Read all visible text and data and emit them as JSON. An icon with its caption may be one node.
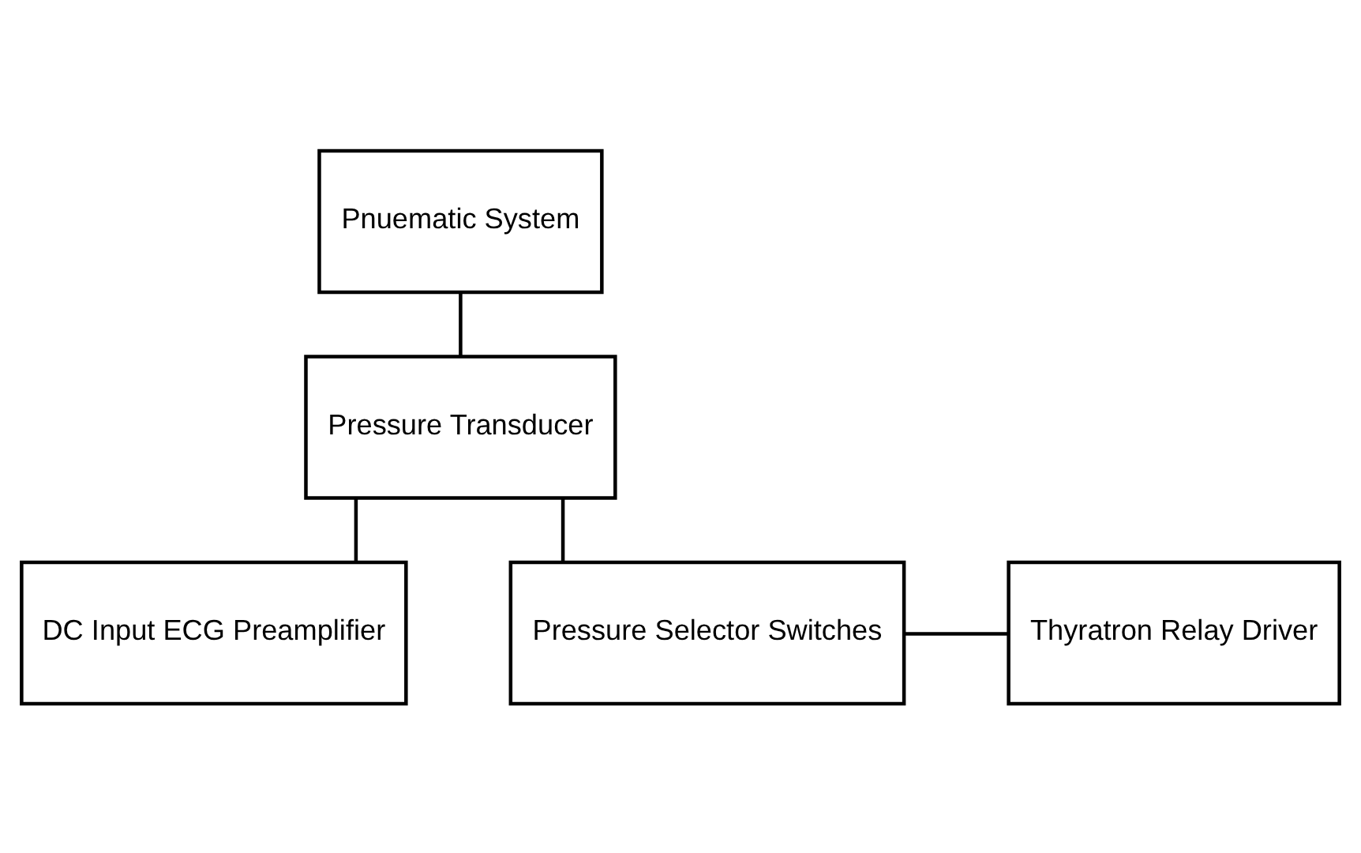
{
  "diagram": {
    "nodes": [
      {
        "text": [
          "Pnuematic System"
        ]
      },
      {
        "text": [
          "Pressure Transducer"
        ]
      },
      {
        "text": [
          "DC Input ECG Preamplifier"
        ]
      },
      {
        "text": [
          "Pressure Selector Switches"
        ]
      },
      {
        "text": [
          "Thyratron Relay Driver"
        ]
      }
    ],
    "edges": [
      {
        "from": 0,
        "to": 1,
        "arrow": "none"
      },
      {
        "from": 1,
        "to": 2,
        "arrow": "none"
      },
      {
        "from": 1,
        "to": 3,
        "arrow": "none"
      },
      {
        "from": 3,
        "to": 4,
        "arrow": "none"
      }
    ]
  }
}
